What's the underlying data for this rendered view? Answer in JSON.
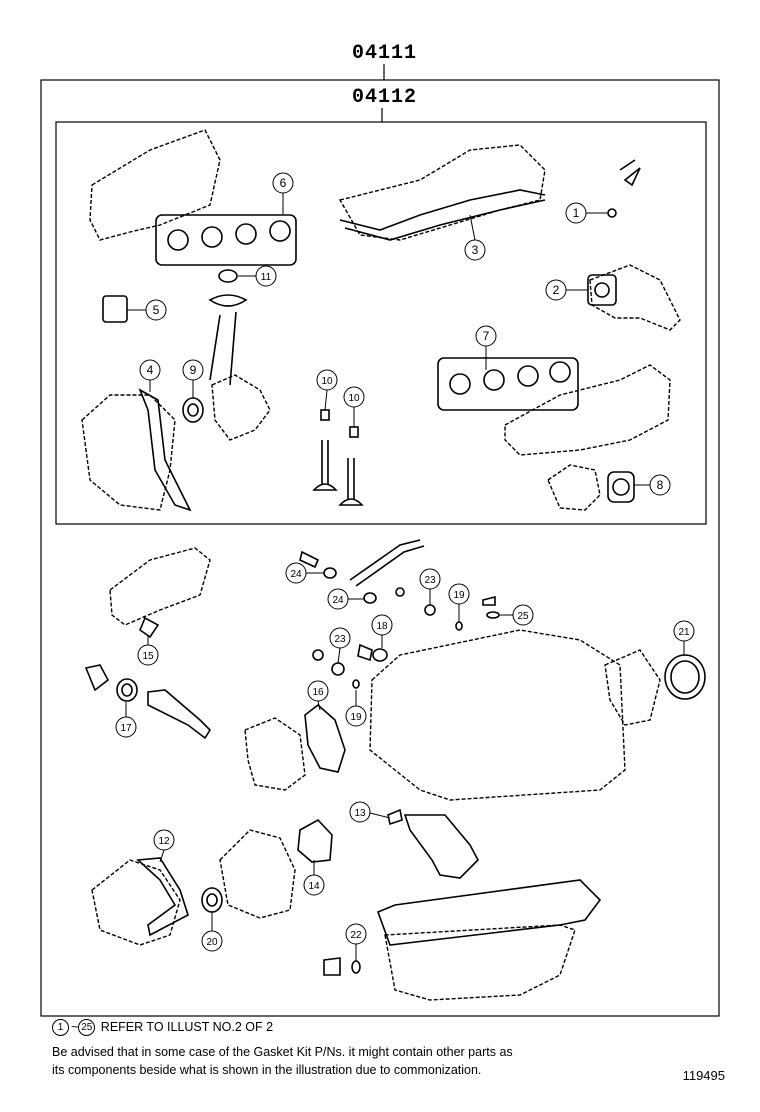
{
  "header": {
    "kit_code_outer": "04111",
    "kit_code_inner": "04112"
  },
  "callouts": [
    "1",
    "2",
    "3",
    "4",
    "5",
    "6",
    "7",
    "8",
    "9",
    "10",
    "10",
    "11",
    "12",
    "13",
    "14",
    "15",
    "16",
    "17",
    "18",
    "19",
    "19",
    "20",
    "21",
    "22",
    "23",
    "23",
    "24",
    "24",
    "25"
  ],
  "footer": {
    "ref_start": "1",
    "ref_tilde": "~",
    "ref_end": "25",
    "ref_text": "REFER TO ILLUST NO.2 OF 2",
    "advisory_line1": "Be advised that in some case of the Gasket Kit P/Ns.  it might contain other parts as",
    "advisory_line2": "its components beside what is shown in the illustration due to commonization.",
    "illustration_id": "119495"
  }
}
